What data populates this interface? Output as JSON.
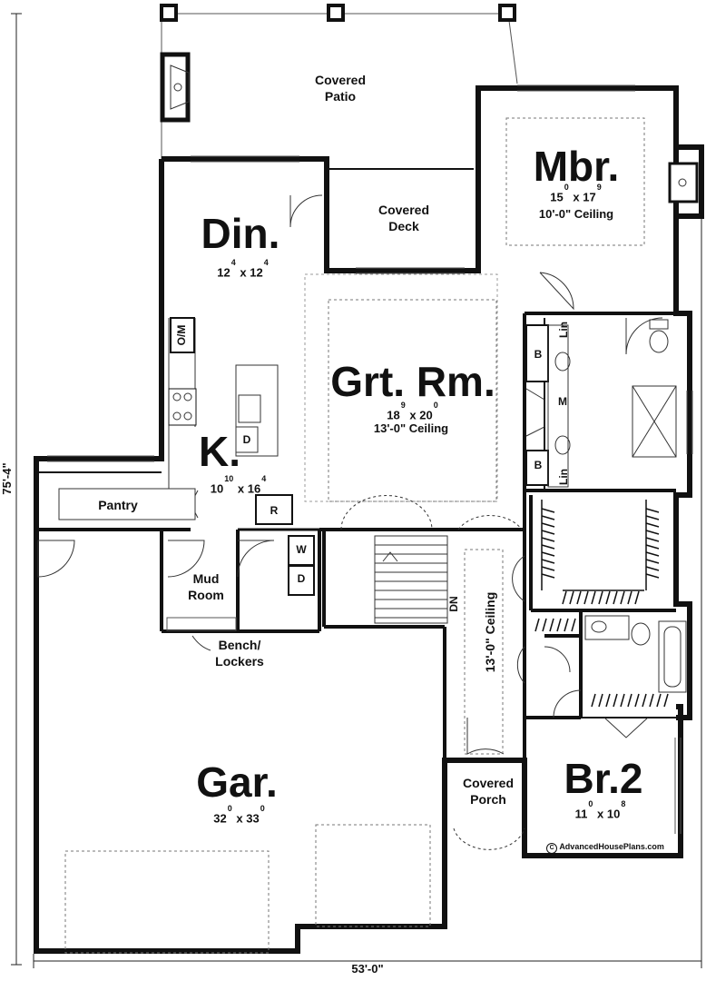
{
  "rooms": {
    "covered_patio": {
      "line1": "Covered",
      "line2": "Patio"
    },
    "master_bedroom": {
      "name": "Mbr.",
      "dim_w": "15",
      "dim_w_sup": "0",
      "dim_l": "17",
      "dim_l_sup": "9",
      "ceiling": "10'-0\" Ceiling"
    },
    "dining": {
      "name": "Din.",
      "dim_w": "12",
      "dim_w_sup": "4",
      "dim_l": "12",
      "dim_l_sup": "4"
    },
    "covered_deck": {
      "line1": "Covered",
      "line2": "Deck"
    },
    "great_room": {
      "name": "Grt. Rm.",
      "dim_w": "18",
      "dim_w_sup": "9",
      "dim_l": "20",
      "dim_l_sup": "0",
      "ceiling": "13'-0\" Ceiling"
    },
    "kitchen": {
      "name": "K.",
      "dim_w": "10",
      "dim_w_sup": "10",
      "dim_l": "16",
      "dim_l_sup": "4"
    },
    "pantry": {
      "name": "Pantry"
    },
    "mud_room": {
      "line1": "Mud",
      "line2": "Room"
    },
    "bench_lockers": {
      "line1": "Bench/",
      "line2": "Lockers"
    },
    "garage": {
      "name": "Gar.",
      "dim_w": "32",
      "dim_w_sup": "0",
      "dim_l": "33",
      "dim_l_sup": "0"
    },
    "hall_ceiling": {
      "text": "13'-0\" Ceiling"
    },
    "covered_porch": {
      "line1": "Covered",
      "line2": "Porch"
    },
    "bedroom2": {
      "name": "Br.2",
      "dim_w": "11",
      "dim_w_sup": "0",
      "dim_l": "10",
      "dim_l_sup": "8"
    }
  },
  "fixtures": {
    "oven_micro": "O/M",
    "dishwasher": "D",
    "refrigerator": "R",
    "washer": "W",
    "dryer": "D",
    "bench_b1": "B",
    "bench_b2": "B",
    "makeup": "M",
    "linen1": "Lin",
    "linen2": "Lin",
    "stair_dn": "DN",
    "multiply": "x"
  },
  "dimensions": {
    "width": "53'-0\"",
    "depth": "75'-4\""
  },
  "credit": {
    "symbol": "C",
    "text": "AdvancedHousePlans.com"
  }
}
